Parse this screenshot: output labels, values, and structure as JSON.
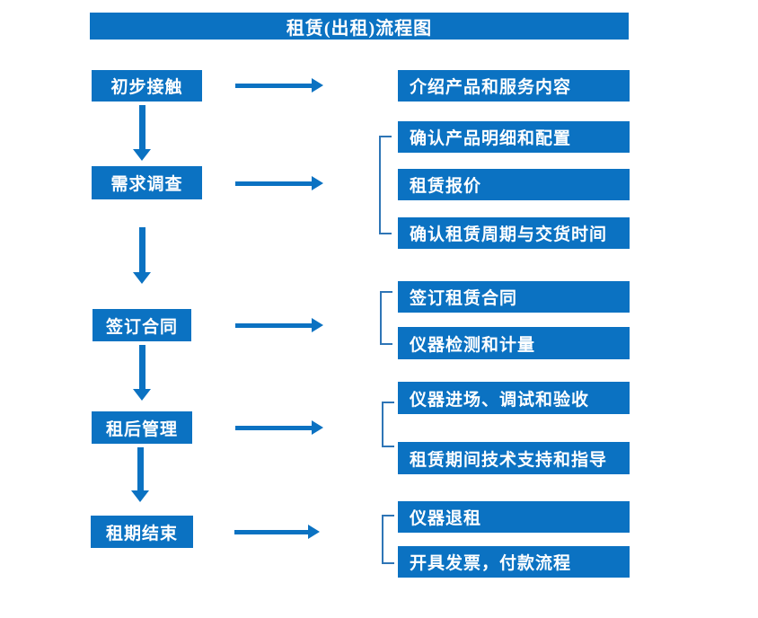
{
  "title": "租赁(出租)流程图",
  "colors": {
    "primary_blue": "#0B72C2",
    "bracket_blue": "#2E75B6",
    "background": "#FFFFFF",
    "text": "#FFFFFF"
  },
  "stages": [
    {
      "label": "初步接触",
      "outputs": [
        "介绍产品和服务内容"
      ]
    },
    {
      "label": "需求调查",
      "outputs": [
        "确认产品明细和配置",
        "租赁报价",
        "确认租赁周期与交货时间"
      ]
    },
    {
      "label": "签订合同",
      "outputs": [
        "签订租赁合同",
        "仪器检测和计量"
      ]
    },
    {
      "label": "租后管理",
      "outputs": [
        "仪器进场、调试和验收",
        "租赁期间技术支持和指导"
      ]
    },
    {
      "label": "租期结束",
      "outputs": [
        "仪器退租",
        "开具发票，付款流程"
      ]
    }
  ]
}
